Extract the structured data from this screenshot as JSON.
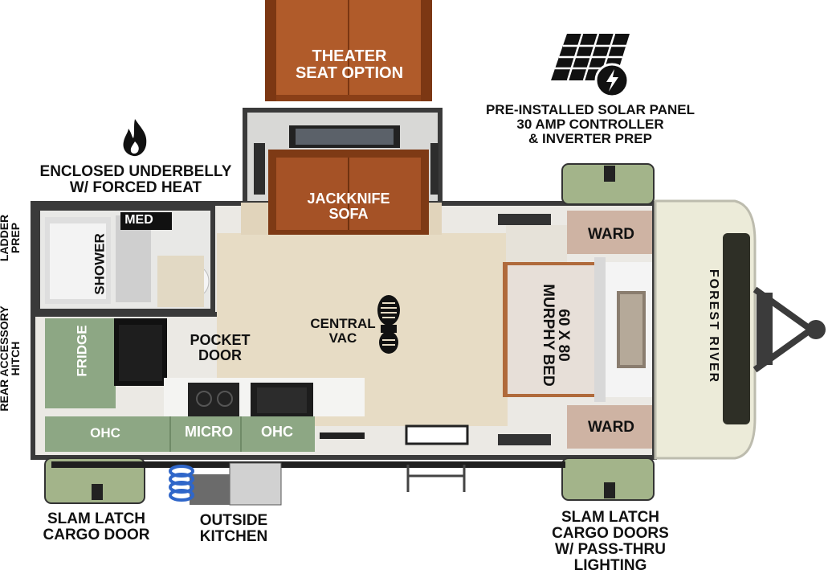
{
  "theater_seat": [
    "THEATER",
    "SEAT OPTION"
  ],
  "solar": [
    "PRE-INSTALLED SOLAR PANEL",
    "30 AMP CONTROLLER",
    "& INVERTER PREP"
  ],
  "underbelly": [
    "ENCLOSED UNDERBELLY",
    "W/ FORCED HEAT"
  ],
  "jackknife": [
    "JACKKNIFE",
    "SOFA"
  ],
  "med": "MED",
  "shower": "SHOWER",
  "ladder": [
    "LADDER",
    "PREP"
  ],
  "rear_hitch": [
    "REAR ACCESSORY",
    "HITCH"
  ],
  "fridge": "FRIDGE",
  "pocket_door": [
    "POCKET",
    "DOOR"
  ],
  "central_vac": [
    "CENTRAL",
    "VAC"
  ],
  "murphy_bed": [
    "60 X 80",
    "MURPHY BED"
  ],
  "ward_top": "WARD",
  "ward_bottom": "WARD",
  "ohc_left": "OHC",
  "micro": "MICRO",
  "ohc_right": "OHC",
  "brand": "FOREST RIVER",
  "slam_left": [
    "SLAM LATCH",
    "CARGO DOOR"
  ],
  "outside_kitchen": [
    "OUTSIDE",
    "KITCHEN"
  ],
  "slam_right": [
    "SLAM LATCH",
    "CARGO DOORS",
    "W/ PASS-THRU",
    "LIGHTING"
  ],
  "colors": {
    "floor": "#e7dcc5",
    "sofa": "#9a4b1f",
    "ward": "#ceb3a3",
    "cabinet_green": "#8da784",
    "fender_green": "#a3b48a",
    "front_cap": "#ecebd9",
    "wall": "#3a3a3a"
  },
  "icons": [
    "fire-icon",
    "solar-panel-icon",
    "boot-print-icon",
    "water-hose-icon"
  ]
}
